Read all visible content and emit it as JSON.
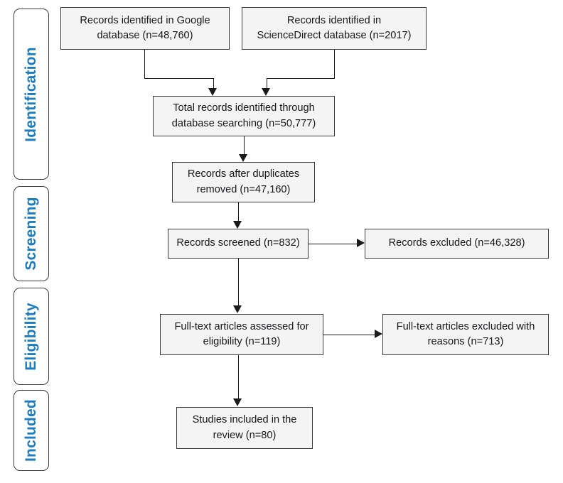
{
  "diagram": {
    "type": "prisma-flow-diagram",
    "title": "",
    "colors": {
      "stage_label": "#1c7cc0",
      "node_fill": "#f4f4f4",
      "node_border": "#3a3a3a",
      "connector": "#1a1a1a",
      "background": "#ffffff"
    },
    "stages": [
      {
        "id": "identification",
        "label": "Identification"
      },
      {
        "id": "screening",
        "label": "Screening"
      },
      {
        "id": "eligibility",
        "label": "Eligibility"
      },
      {
        "id": "included",
        "label": "Included"
      }
    ],
    "nodes": [
      {
        "id": "google-records",
        "line1": "Records identified in Google",
        "line2": "database (n=48,760)",
        "count": 48760
      },
      {
        "id": "sciencedirect-records",
        "line1": "Records identified in",
        "line2": "ScienceDirect database (n=2017)",
        "count": 2017
      },
      {
        "id": "total-records",
        "line1": "Total records identified through",
        "line2": "database searching (n=50,777)",
        "count": 50777
      },
      {
        "id": "after-duplicates",
        "line1": "Records after duplicates",
        "line2": "removed (n=47,160)",
        "count": 47160
      },
      {
        "id": "records-screened",
        "line1": "Records screened (n=832)",
        "line2": "",
        "count": 832
      },
      {
        "id": "records-excluded",
        "line1": "Records excluded (n=46,328)",
        "line2": "",
        "count": 46328
      },
      {
        "id": "fulltext-assessed",
        "line1": "Full-text articles assessed for",
        "line2": "eligibility (n=119)",
        "count": 119
      },
      {
        "id": "fulltext-excluded",
        "line1": "Full-text articles excluded with",
        "line2": "reasons (n=713)",
        "count": 713
      },
      {
        "id": "studies-included",
        "line1": "Studies included in the",
        "line2": "review (n=80)",
        "count": 80
      }
    ]
  }
}
